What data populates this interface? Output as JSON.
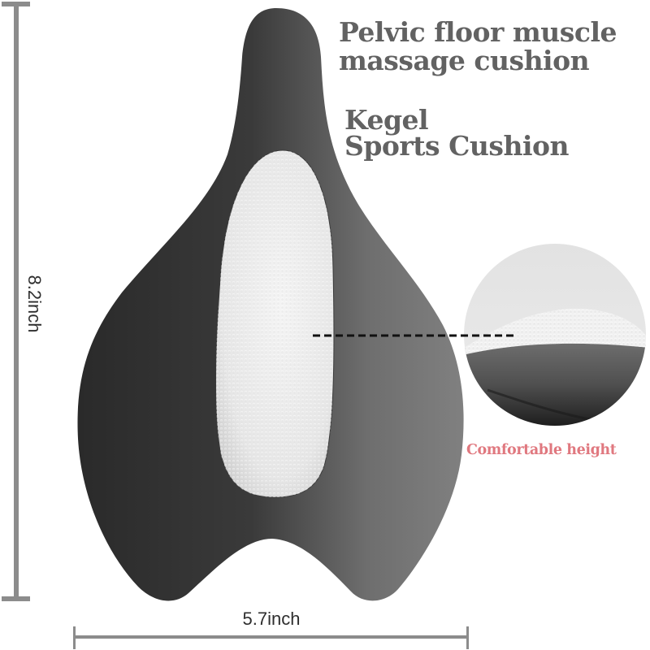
{
  "product": {
    "title_lines": [
      "Pelvic floor muscle",
      "massage cushion"
    ],
    "subtitle_lines": [
      "Kegel",
      "Sports Cushion"
    ],
    "callout": "Comfortable height"
  },
  "dimensions": {
    "height_label": "8.2inch",
    "width_label": "5.7inch"
  },
  "colors": {
    "title_text": "#626262",
    "callout_text": "#e0787f",
    "cushion_body_dark": "#2f2f2f",
    "cushion_body_light": "#7c7c7c",
    "massage_pad": "#ececec",
    "dimension_lines": "#8c8c8c"
  }
}
